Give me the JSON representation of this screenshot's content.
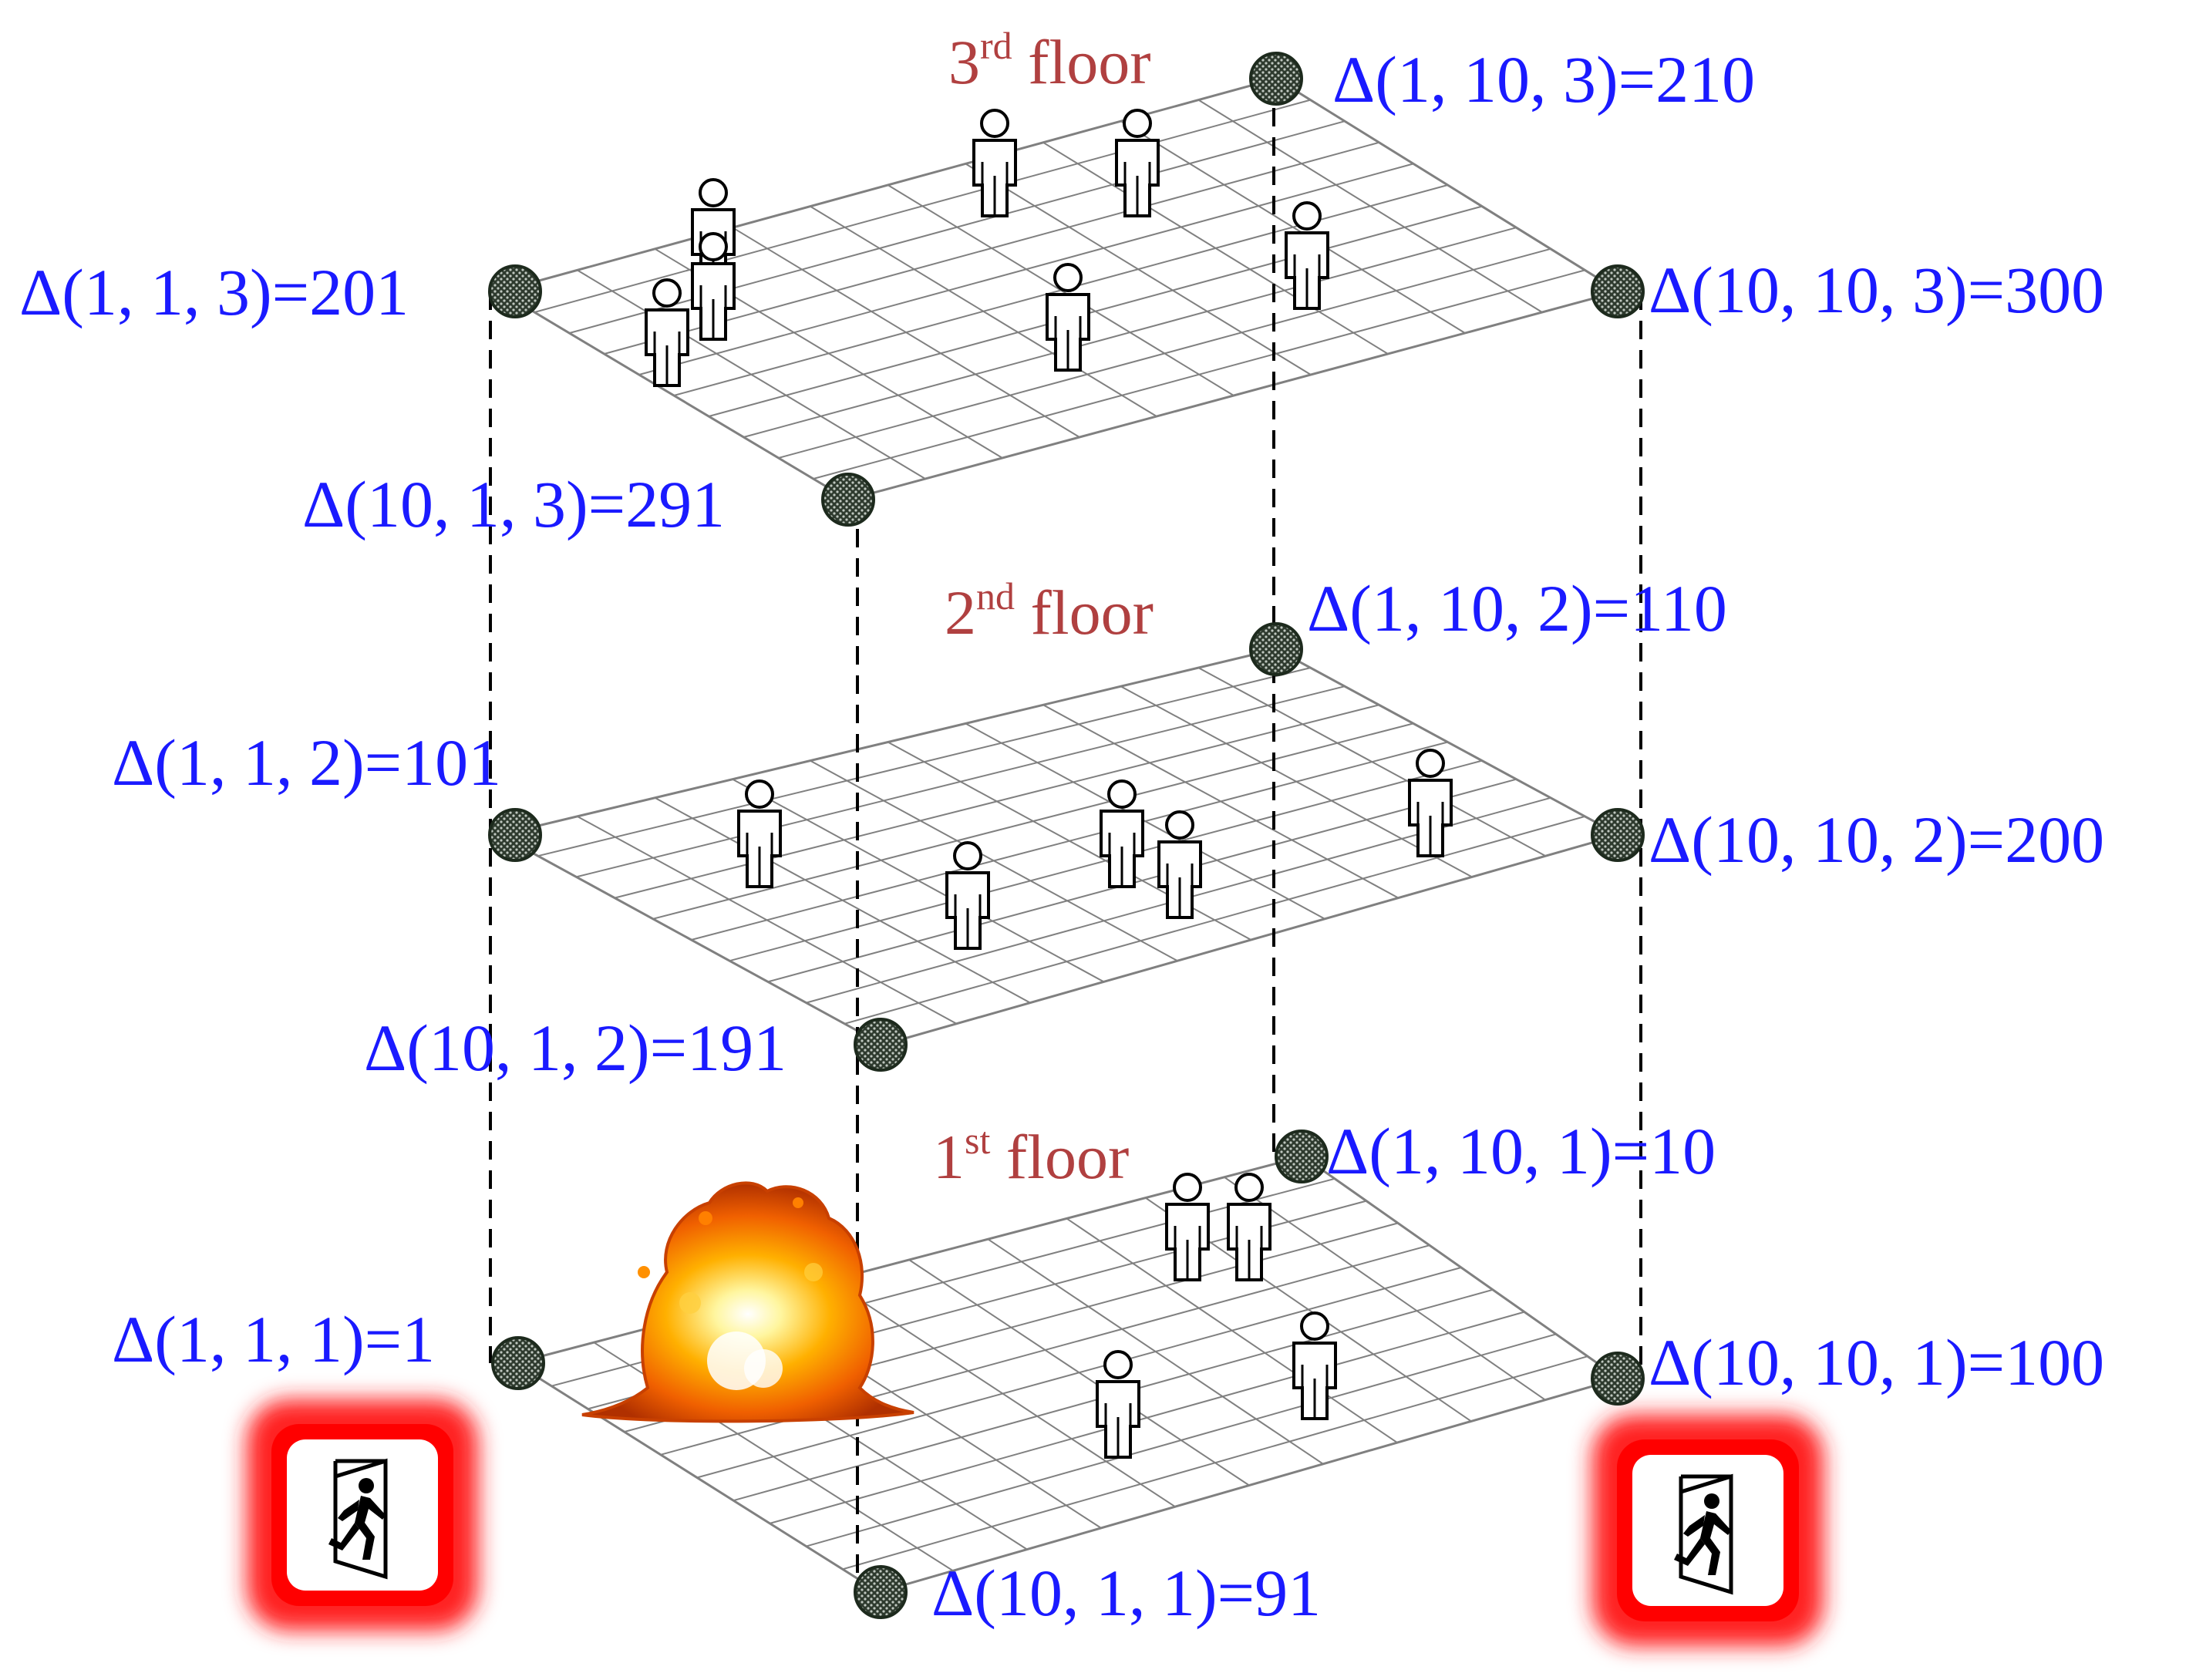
{
  "floors": [
    {
      "id": 1,
      "label": "1",
      "suffix": "st",
      "word": " floor"
    },
    {
      "id": 2,
      "label": "2",
      "suffix": "nd",
      "word": " floor"
    },
    {
      "id": 3,
      "label": "3",
      "suffix": "rd",
      "word": " floor"
    }
  ],
  "nodes": {
    "f3_back_left": "Δ(1, 1, 3)=201",
    "f3_back_top": "Δ(1, 10, 3)=210",
    "f3_right": "Δ(10, 10, 3)=300",
    "f3_front": "Δ(10, 1, 3)=291",
    "f2_back_left": "Δ(1, 1, 2)=101",
    "f2_back_top": "Δ(1, 10, 2)=110",
    "f2_right": "Δ(10, 10, 2)=200",
    "f2_front": "Δ(10, 1, 2)=191",
    "f1_back_left": "Δ(1, 1, 1)=1",
    "f1_back_top": "Δ(1, 10, 1)=10",
    "f1_right": "Δ(10, 10, 1)=100",
    "f1_front": "Δ(10, 1, 1)=91"
  },
  "colors": {
    "node_label": "#1a1aff",
    "floor_label": "#b04040",
    "grid": "#808080",
    "exit_glow": "#ff0000",
    "fire": "#ff8a00"
  },
  "icons": {
    "person": "person-icon",
    "exit": "emergency-exit-icon",
    "fire": "fire-icon"
  }
}
